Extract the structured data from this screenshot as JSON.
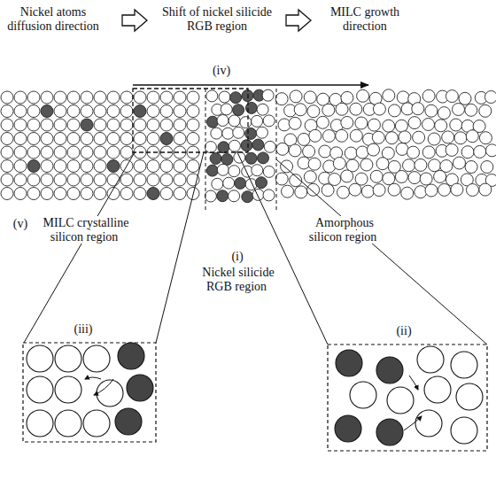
{
  "diagram": {
    "labels": [
      "Nickel atoms diffusion direction",
      "Shift of nickel silicide RGB region",
      "MILC growth direction",
      "(iv)",
      "(v)",
      "MILC crystalline silicon region",
      "(i)",
      "Nickel silicide RGB region",
      "Amorphous silicon region",
      "(iii)",
      "(ii)"
    ]
  }
}
